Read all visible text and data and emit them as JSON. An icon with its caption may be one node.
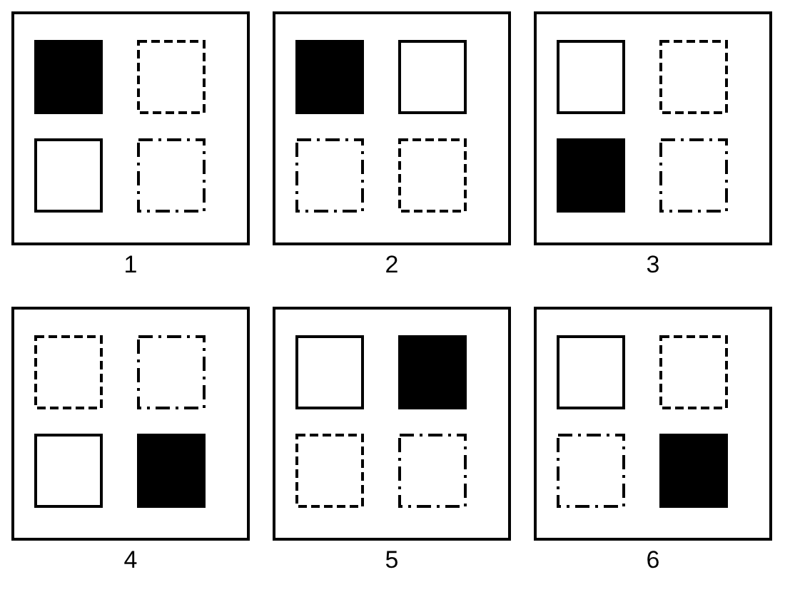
{
  "diagram": {
    "nodes": [
      {
        "text": [],
        "shape": "box",
        "beside": [
          "1"
        ]
      },
      {
        "text": [],
        "shape": "box",
        "in": 0
      },
      {
        "text": [],
        "shape": "box",
        "in": 0
      },
      {
        "text": [],
        "shape": "box",
        "in": 0
      },
      {
        "text": [],
        "shape": "box",
        "in": 0
      },
      {
        "text": [],
        "shape": "box",
        "beside": [
          "2"
        ]
      },
      {
        "text": [],
        "shape": "box",
        "in": 5
      },
      {
        "text": [],
        "shape": "box",
        "in": 5
      },
      {
        "text": [],
        "shape": "box",
        "in": 5
      },
      {
        "text": [],
        "shape": "box",
        "in": 5
      },
      {
        "text": [],
        "shape": "box",
        "beside": [
          "3"
        ]
      },
      {
        "text": [],
        "shape": "box",
        "in": 10
      },
      {
        "text": [],
        "shape": "box",
        "in": 10
      },
      {
        "text": [],
        "shape": "box",
        "in": 10
      },
      {
        "text": [],
        "shape": "box",
        "in": 10
      },
      {
        "text": [],
        "shape": "box",
        "beside": [
          "4"
        ]
      },
      {
        "text": [],
        "shape": "box",
        "in": 15
      },
      {
        "text": [],
        "shape": "box",
        "in": 15
      },
      {
        "text": [],
        "shape": "box",
        "in": 15
      },
      {
        "text": [],
        "shape": "box",
        "in": 15
      },
      {
        "text": [],
        "shape": "box",
        "beside": [
          "5"
        ]
      },
      {
        "text": [],
        "shape": "box",
        "in": 20
      },
      {
        "text": [],
        "shape": "box",
        "in": 20
      },
      {
        "text": [],
        "shape": "box",
        "in": 20
      },
      {
        "text": [],
        "shape": "box",
        "in": 20
      },
      {
        "text": [],
        "shape": "box",
        "beside": [
          "6"
        ]
      },
      {
        "text": [],
        "shape": "box",
        "in": 25
      },
      {
        "text": [],
        "shape": "box",
        "in": 25
      },
      {
        "text": [],
        "shape": "box",
        "in": 25
      },
      {
        "text": [],
        "shape": "box",
        "in": 25
      }
    ]
  }
}
